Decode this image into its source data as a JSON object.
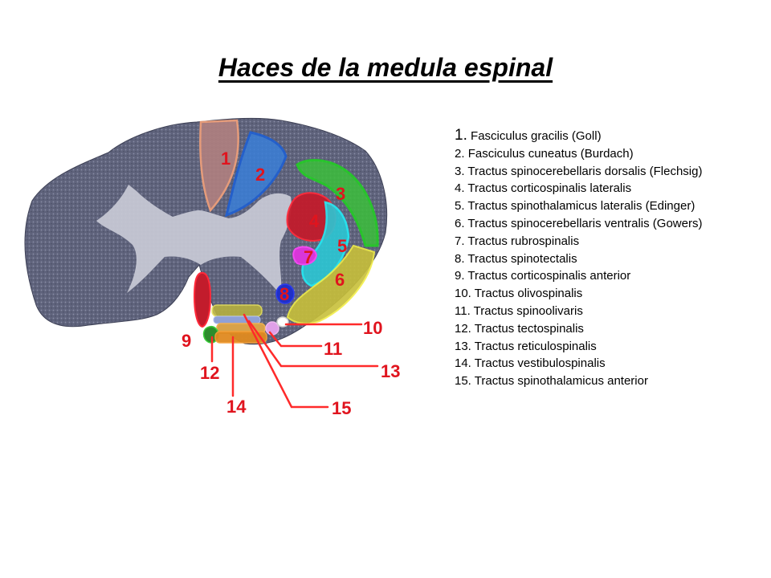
{
  "title": "Haces de la medula espinal",
  "legend": [
    {
      "n": "1.",
      "text": "Fasciculus gracilis (Goll)"
    },
    {
      "n": "2.",
      "text": "Fasciculus cuneatus (Burdach)"
    },
    {
      "n": "3.",
      "text": "Tractus spinocerebellaris dorsalis (Flechsig)"
    },
    {
      "n": "4.",
      "text": "Tractus corticospinalis lateralis"
    },
    {
      "n": "5.",
      "text": "Tractus spinothalamicus lateralis (Edinger)"
    },
    {
      "n": "6.",
      "text": "Tractus spinocerebellaris ventralis (Gowers)"
    },
    {
      "n": "7.",
      "text": "Tractus rubrospinalis"
    },
    {
      "n": "8.",
      "text": "Tractus spinotectalis"
    },
    {
      "n": "9.",
      "text": "Tractus corticospinalis anterior"
    },
    {
      "n": "10.",
      "text": "Tractus olivospinalis"
    },
    {
      "n": "11.",
      "text": "Tractus spinoolivaris"
    },
    {
      "n": "12.",
      "text": "Tractus tectospinalis"
    },
    {
      "n": "13.",
      "text": "Tractus reticulospinalis"
    },
    {
      "n": "14.",
      "text": "Tractus vestibulospinalis"
    },
    {
      "n": "15.",
      "text": "Tractus spinothalamicus anterior"
    }
  ],
  "labels": {
    "l1": "1",
    "l2": "2",
    "l3": "3",
    "l4": "4",
    "l5": "5",
    "l6": "6",
    "l7": "7",
    "l8": "8",
    "l9": "9",
    "l10": "10",
    "l11": "11",
    "l12": "12",
    "l13": "13",
    "l14": "14",
    "l15": "15"
  },
  "colors": {
    "label": "#e0141e",
    "tissue": "#5a5e78",
    "gray_matter": "#cfd0da"
  }
}
